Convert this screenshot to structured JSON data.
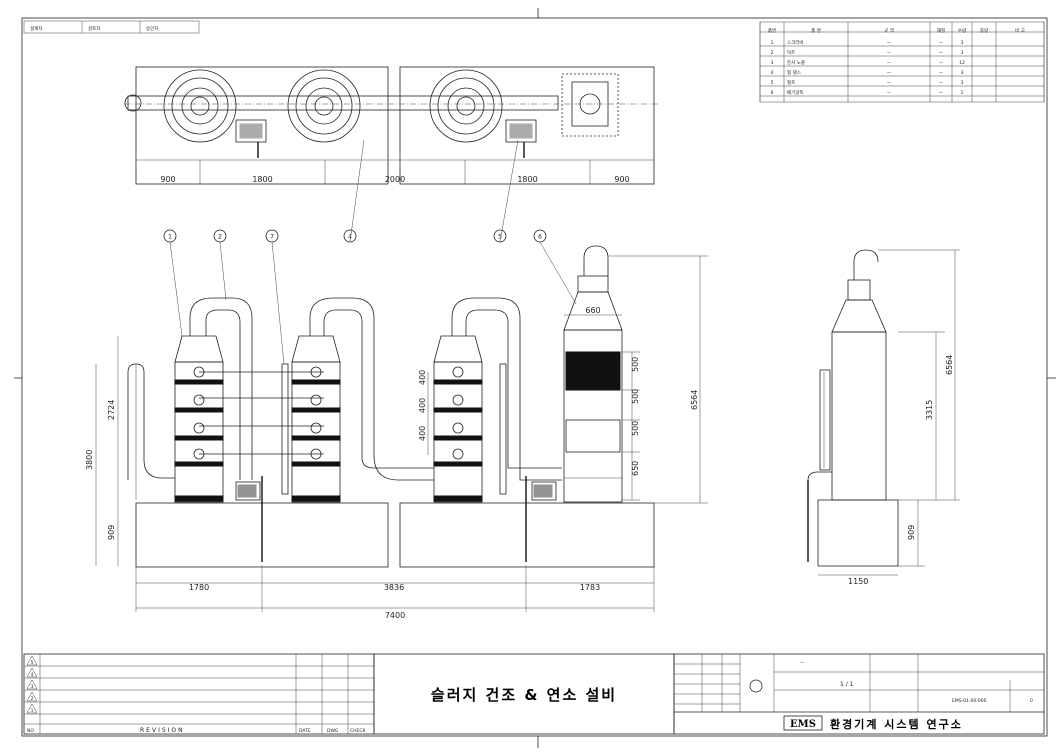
{
  "header_strip": {
    "cells": [
      "설계자",
      "검토자",
      "승인자"
    ]
  },
  "plan_view": {
    "dimensions": [
      "900",
      "1800",
      "2000",
      "1800",
      "900"
    ]
  },
  "elevation": {
    "balloons": [
      "1",
      "2",
      "7",
      "4",
      "5",
      "6"
    ],
    "left_dims": [
      "2724",
      "3800",
      "909"
    ],
    "bottom_dims": [
      "1780",
      "3836",
      "1783"
    ],
    "overall_width": "7400",
    "stack_top_dim": "660",
    "right_dims": [
      "500",
      "500",
      "500",
      "650"
    ],
    "left_small_dims": [
      "400",
      "400",
      "400"
    ],
    "height_dim": "6564"
  },
  "side_view": {
    "width_dim": "1150",
    "dims": [
      "3315",
      "6564",
      "909"
    ]
  },
  "bom": {
    "headers": [
      "품번",
      "품 명",
      "규 격",
      "재질",
      "수량",
      "중량",
      "비 고"
    ],
    "rows": [
      [
        "1",
        "스크러버",
        "—",
        "—",
        "3",
        "",
        ""
      ],
      [
        "2",
        "덕트",
        "—",
        "—",
        "3",
        "",
        ""
      ],
      [
        "3",
        "분사 노즐",
        "—",
        "—",
        "12",
        "",
        ""
      ],
      [
        "4",
        "펌 델스",
        "—",
        "—",
        "3",
        "",
        ""
      ],
      [
        "5",
        "펄프",
        "—",
        "—",
        "3",
        "",
        ""
      ],
      [
        "6",
        "배기굴뚝",
        "—",
        "—",
        "1",
        "",
        ""
      ]
    ]
  },
  "revision_block": {
    "no_label": "NO",
    "revision_label": "REVISION",
    "date_label": "DATE",
    "dwg_label": "DWG",
    "check_label": "CHECK",
    "triangles": [
      "5",
      "4",
      "3",
      "2",
      "1"
    ]
  },
  "title_block": {
    "drawing_title": "슬러지 건조 & 연소 설비",
    "company_logo": "EMS",
    "company_name": "환경기계 시스템 연구소",
    "scale": "1 / 1",
    "dwg_no": "EMS-01-00-000",
    "rev": "0",
    "proj_label": "—"
  },
  "colors": {
    "line": "#222222",
    "paper": "#ffffff"
  }
}
